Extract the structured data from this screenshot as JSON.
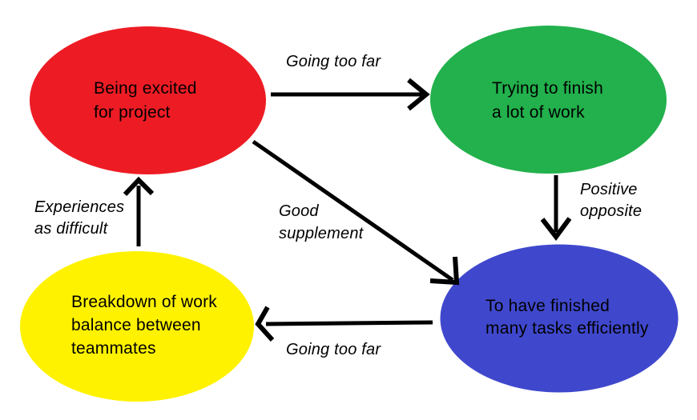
{
  "canvas": {
    "background_color": "#ffffff",
    "arrow_color": "#000000",
    "text_color": "#000000"
  },
  "nodes": [
    {
      "id": "excited",
      "label": "Being excited\nfor project",
      "color": "#ed1c24",
      "color_name": "red"
    },
    {
      "id": "trying",
      "label": "Trying to finish\na lot of work",
      "color": "#22b14c",
      "color_name": "green"
    },
    {
      "id": "breakdown",
      "label": "Breakdown of work\nbalance between\nteammates",
      "color": "#fff200",
      "color_name": "yellow"
    },
    {
      "id": "finished",
      "label": "To have finished\nmany tasks efficiently",
      "color": "#3f48cc",
      "color_name": "blue"
    }
  ],
  "edges": [
    {
      "from": "excited",
      "to": "trying",
      "label": "Going too far",
      "direction": "right"
    },
    {
      "from": "trying",
      "to": "finished",
      "label": "Positive\nopposite",
      "direction": "down"
    },
    {
      "from": "excited",
      "to": "finished",
      "label": "Good\nsupplement",
      "direction": "diagonal-down-right"
    },
    {
      "from": "finished",
      "to": "breakdown",
      "label": "Going too far",
      "direction": "left"
    },
    {
      "from": "breakdown",
      "to": "excited",
      "label": "Experiences\nas difficult",
      "direction": "up"
    }
  ]
}
